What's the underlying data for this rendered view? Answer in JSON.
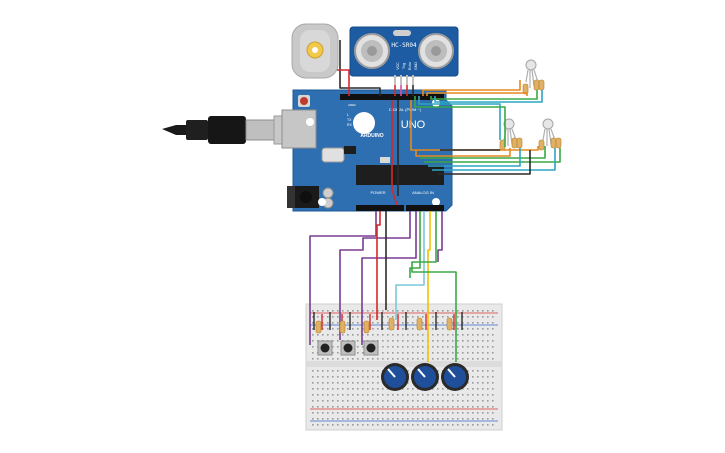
{
  "arduino": {
    "brand_label": "ARDUINO",
    "model_label": "UNO",
    "digital_label": "DIGITAL (PWM ~)",
    "analog_label": "ANALOG IN",
    "power_label": "POWER",
    "tx_label": "TX",
    "rx_label": "RX",
    "l_label": "L",
    "aref_label": "AREF"
  },
  "sensor": {
    "model_label": "HC-SR04",
    "pins": [
      "VCC",
      "Trig",
      "Echo",
      "GND"
    ]
  },
  "colors": {
    "board": "#2d6fb0",
    "board_edge": "#1f5a94",
    "sensor": "#1d5ca3",
    "wire_black": "#2b2b2b",
    "wire_red": "#d6282c",
    "wire_orange": "#e58a1f",
    "wire_green": "#3aa845",
    "wire_teal": "#2ca5c4",
    "wire_blue": "#3a6fc8",
    "wire_purple": "#7a3b94",
    "wire_yellow": "#f2c200",
    "wire_pink": "#e34aa0",
    "wire_ltblue": "#7cc7d9",
    "breadboard": "#e9e9e9",
    "pot_knob": "#1f4f9b"
  },
  "components": {
    "leds": [
      "rgb-led-1",
      "rgb-led-2",
      "rgb-led-3"
    ],
    "pushbuttons": [
      "button-1",
      "button-2",
      "button-3"
    ],
    "potentiometers": [
      "pot-1",
      "pot-2",
      "pot-3"
    ],
    "motor": "dc-motor",
    "usb": "usb-cable"
  }
}
